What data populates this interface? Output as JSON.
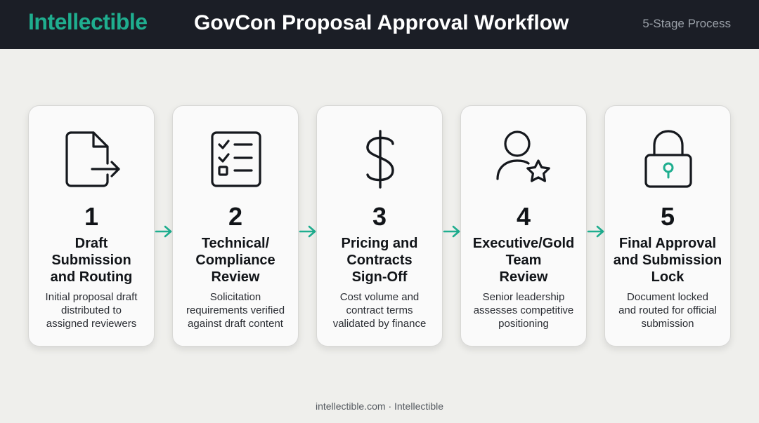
{
  "header": {
    "brand": "Intellectible",
    "title": "GovCon Proposal Approval Workflow",
    "stage_count": "5-Stage Process"
  },
  "stages": [
    {
      "number": "1",
      "title_lines": [
        "Draft",
        "Submission",
        "and Routing"
      ],
      "description_lines": [
        "Initial proposal draft",
        "distributed to",
        "assigned reviewers"
      ],
      "icon": "document-arrow-icon"
    },
    {
      "number": "2",
      "title_lines": [
        "Technical/",
        "Compliance",
        "Review"
      ],
      "description_lines": [
        "Solicitation",
        "requirements verified",
        "against draft content"
      ],
      "icon": "checklist-icon"
    },
    {
      "number": "3",
      "title_lines": [
        "Pricing and",
        "Contracts",
        "Sign-Off"
      ],
      "description_lines": [
        "Cost volume and",
        "contract terms",
        "validated by finance"
      ],
      "icon": "dollar-icon"
    },
    {
      "number": "4",
      "title_lines": [
        "Executive/Gold",
        "Team",
        "Review"
      ],
      "description_lines": [
        "Senior leadership",
        "assesses competitive",
        "positioning"
      ],
      "icon": "user-star-icon"
    },
    {
      "number": "5",
      "title_lines": [
        "Final Approval",
        "and Submission",
        "Lock"
      ],
      "description_lines": [
        "Document locked",
        "and routed for official",
        "submission"
      ],
      "icon": "padlock-icon"
    }
  ],
  "footer": {
    "text": "intellectible.com · Intellectible"
  },
  "colors": {
    "accent": "#1fae8f",
    "header_bg": "#1b1e26",
    "background": "#efefec"
  }
}
